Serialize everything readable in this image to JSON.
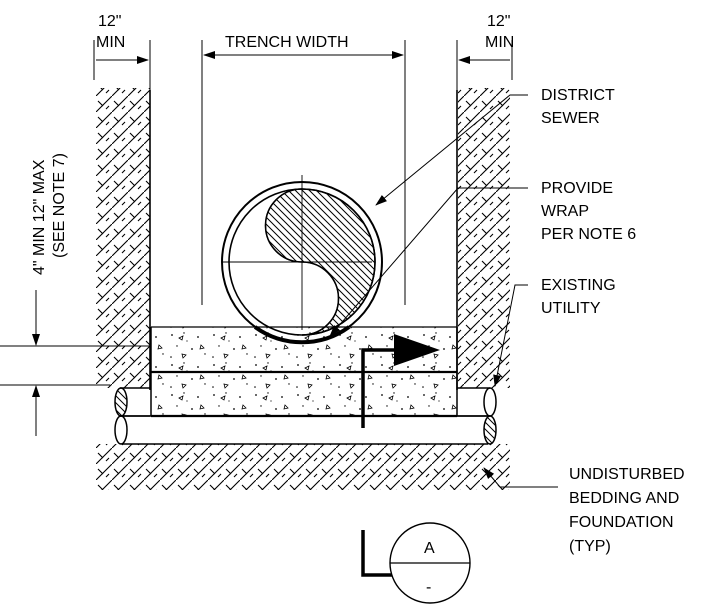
{
  "dimensions": {
    "left_min": [
      "12\"",
      "MIN"
    ],
    "right_min": [
      "12\"",
      "MIN"
    ],
    "trench_width": "TRENCH WIDTH",
    "vertical": [
      "4\" MIN 12\" MAX",
      "(SEE NOTE 7)"
    ]
  },
  "callouts": {
    "district_sewer": [
      "DISTRICT",
      "SEWER"
    ],
    "provide_wrap": [
      "PROVIDE",
      "WRAP",
      "PER NOTE 6"
    ],
    "existing_utility": [
      "EXISTING",
      "UTILITY"
    ],
    "undisturbed": [
      "UNDISTURBED",
      "BEDDING AND",
      "FOUNDATION",
      "(TYP)"
    ]
  },
  "section_marker": {
    "top": "A",
    "bottom": "-"
  }
}
